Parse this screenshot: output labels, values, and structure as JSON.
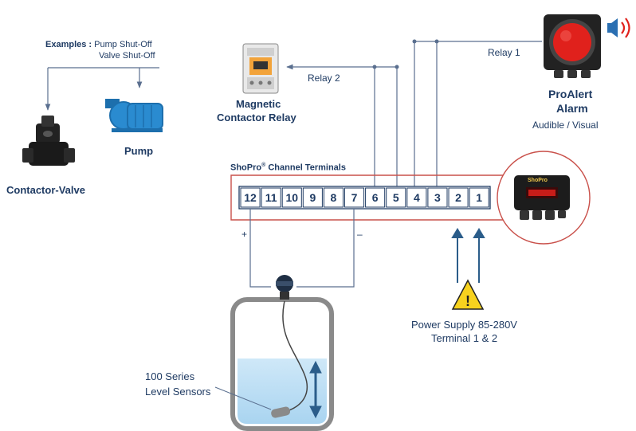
{
  "examples": {
    "prefix": "Examples :",
    "line1": "Pump Shut-Off",
    "line2": "Valve Shut-Off"
  },
  "valve": {
    "label": "Contactor-Valve"
  },
  "pump": {
    "label": "Pump"
  },
  "contactor": {
    "title_line1": "Magnetic",
    "title_line2": "Contactor Relay",
    "relay_label": "Relay 2"
  },
  "alarm": {
    "title_line1": "ProAlert",
    "title_line2": "Alarm",
    "subtitle": "Audible / Visual",
    "relay_label": "Relay 1"
  },
  "terminals": {
    "title": "ShoPro",
    "title_mark": "®",
    "title_suffix": " Channel Terminals",
    "numbers": [
      "12",
      "11",
      "10",
      "9",
      "8",
      "7",
      "6",
      "5",
      "4",
      "3",
      "2",
      "1"
    ],
    "plus": "+",
    "minus": "–"
  },
  "controller": {
    "brand": "ShoPro"
  },
  "power": {
    "line1": "Power Supply 85-280V",
    "line2": "Terminal 1 & 2",
    "warning": "!"
  },
  "sensor": {
    "line1": "100 Series",
    "line2": "Level Sensors"
  },
  "colors": {
    "navy": "#1f3b63",
    "panel_border": "#c9504a",
    "wire": "#5a6f8f",
    "arrow": "#2b5d8a",
    "water": "#bfe0f5",
    "alarm_red": "#e0211c",
    "warning_yellow": "#f7d21e",
    "pump_blue": "#2a8bd0"
  }
}
